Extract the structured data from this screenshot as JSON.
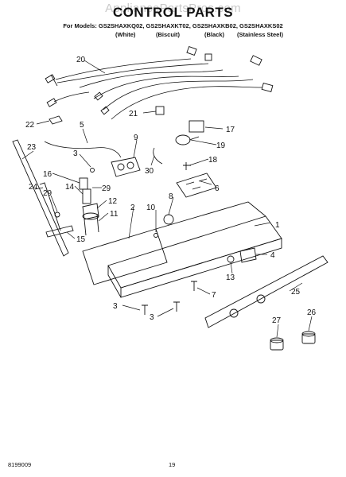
{
  "watermark": "AppliancePartsPros.com",
  "title": "CONTROL PARTS",
  "models_line": "For Models: GS2SHAXKQ02, GS2SHAXKT02, GS2SHAXKB02, GS2SHAXKS02",
  "colors": [
    "(White)",
    "(Biscuit)",
    "(Black)",
    "(Stainless Steel)"
  ],
  "footer": {
    "doc_number": "8199009",
    "page_number": "19"
  },
  "callouts": [
    "20",
    "22",
    "21",
    "5",
    "9",
    "17",
    "19",
    "23",
    "3",
    "30",
    "18",
    "6",
    "16",
    "14",
    "29",
    "8",
    "10",
    "1",
    "24",
    "29",
    "12",
    "2",
    "11",
    "15",
    "4",
    "13",
    "7",
    "25",
    "3",
    "3",
    "26",
    "27"
  ]
}
